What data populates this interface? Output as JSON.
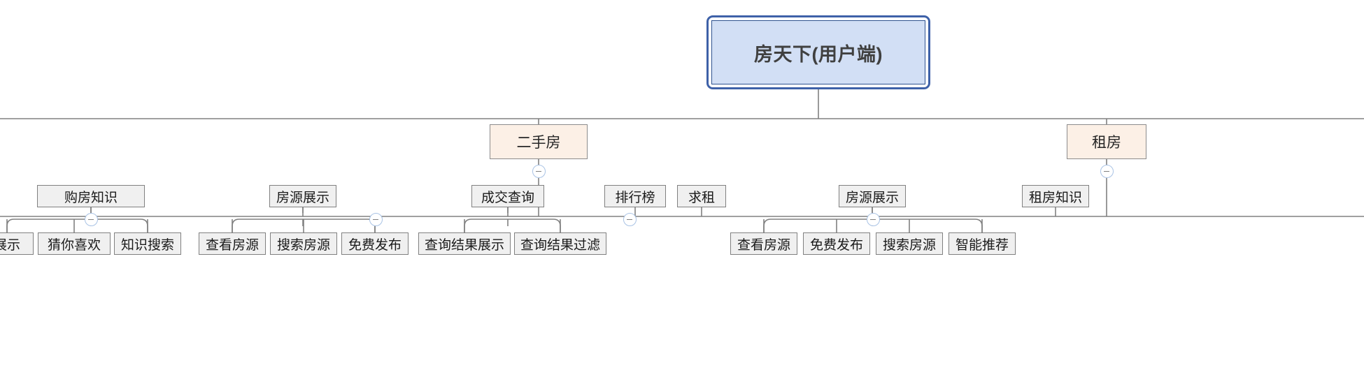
{
  "diagram": {
    "type": "mind-map-tree",
    "title": "房天下(用户端)",
    "colors": {
      "root_border": "#3E61A8",
      "root_inner_border": "#2F528F",
      "root_fill": "#D2DFF5",
      "category_fill": "#FCF0E6",
      "category_border": "#8C8C8C",
      "node_fill": "#F0F0F0",
      "node_border": "#808080",
      "edge": "#808080",
      "badge_border": "#A9C3E5",
      "badge_minus": "#808080"
    },
    "collapse_badge_glyph": "−"
  },
  "root": {
    "label": "房天下(用户端)"
  },
  "categories": [
    {
      "label": "二手房",
      "collapsed": false
    },
    {
      "label": "租房",
      "collapsed": false
    }
  ],
  "level3": [
    {
      "label": "购房知识",
      "has_badge": true
    },
    {
      "label": "房源展示",
      "has_badge": true
    },
    {
      "label": "成交查询",
      "has_badge": true
    },
    {
      "label": "排行榜",
      "has_badge": false
    },
    {
      "label": "求租",
      "has_badge": false
    },
    {
      "label": "房源展示",
      "has_badge": true
    },
    {
      "label": "租房知识",
      "has_badge": false
    }
  ],
  "leaves": [
    {
      "label": "展示"
    },
    {
      "label": "猜你喜欢"
    },
    {
      "label": "知识搜索"
    },
    {
      "label": "查看房源"
    },
    {
      "label": "搜索房源"
    },
    {
      "label": "免费发布"
    },
    {
      "label": "查询结果展示"
    },
    {
      "label": "查询结果过滤"
    },
    {
      "label": "查看房源"
    },
    {
      "label": "免费发布"
    },
    {
      "label": "搜索房源"
    },
    {
      "label": "智能推荐"
    }
  ]
}
